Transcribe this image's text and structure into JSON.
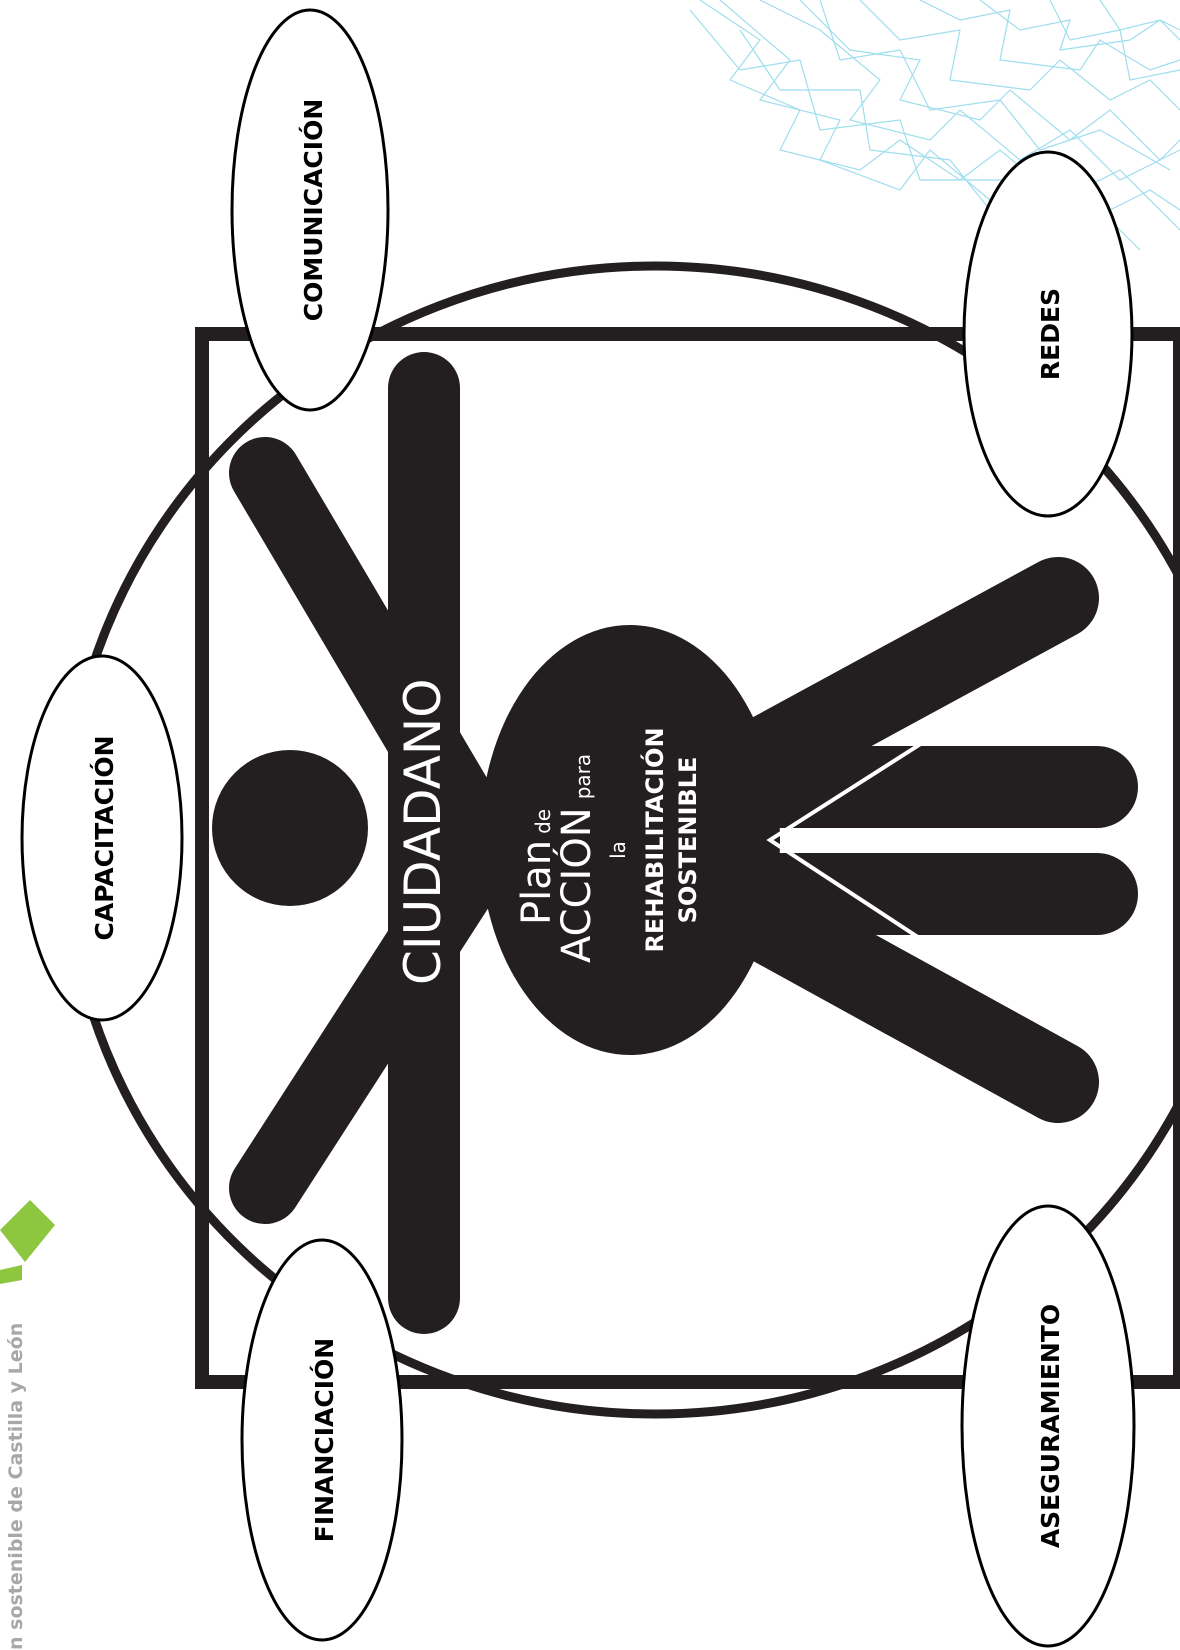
{
  "title": {
    "main": "CIUDADANO",
    "plan_word": "Plan",
    "de_word": "de",
    "accion_word": "ACCIÓN",
    "para_word": "para",
    "la_word": "la",
    "line_rehab": "REHABILITACIÓN",
    "line_sostenible": "SOSTENIBLE"
  },
  "ellipses": {
    "comunicacion": "COMUNICACIÓN",
    "capacitacion": "CAPACITACIÓN",
    "financiacion": "FINANCIACIÓN",
    "redes": "REDES",
    "aseguramiento": "ASEGURAMIENTO"
  },
  "watermark": {
    "text": "n sostenible  de Castilla y León"
  },
  "colors": {
    "figure": "#231f20",
    "decor_blue": "#7fd3e8",
    "logo_green": "#8dc63f"
  }
}
